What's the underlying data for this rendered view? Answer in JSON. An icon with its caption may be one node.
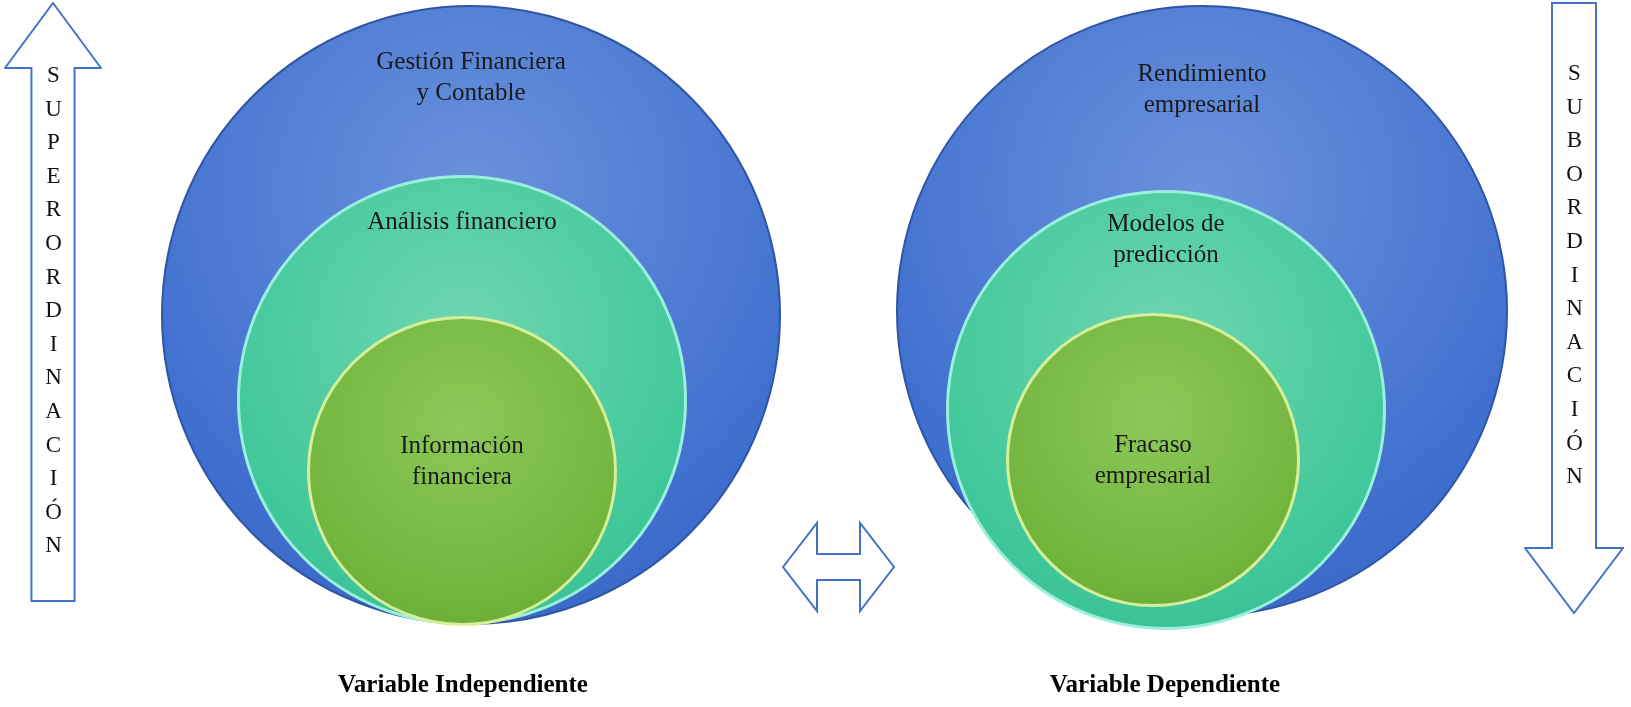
{
  "diagram": {
    "nodes": [
      {
        "text": [
          "Gestión Financiera y Contable"
        ]
      },
      {
        "text": [
          "Análisis financiero"
        ],
        "in": 0
      },
      {
        "text": [
          "Información financiera"
        ],
        "in": 1
      },
      {
        "text": [
          "Rendimiento empresarial"
        ]
      },
      {
        "text": [
          "Modelos de predicción"
        ],
        "in": 3
      },
      {
        "text": [
          "Fracaso empresarial"
        ],
        "in": 4
      },
      {
        "text": [
          "SUPERORDINACIÓN"
        ]
      },
      {
        "text": [
          "SUBORDINACIÓN"
        ]
      }
    ],
    "edges": [
      {
        "from": 0,
        "to": 3,
        "arrow": "both"
      }
    ],
    "labels": [
      "Variable Independiente",
      "Variable Dependiente"
    ]
  }
}
